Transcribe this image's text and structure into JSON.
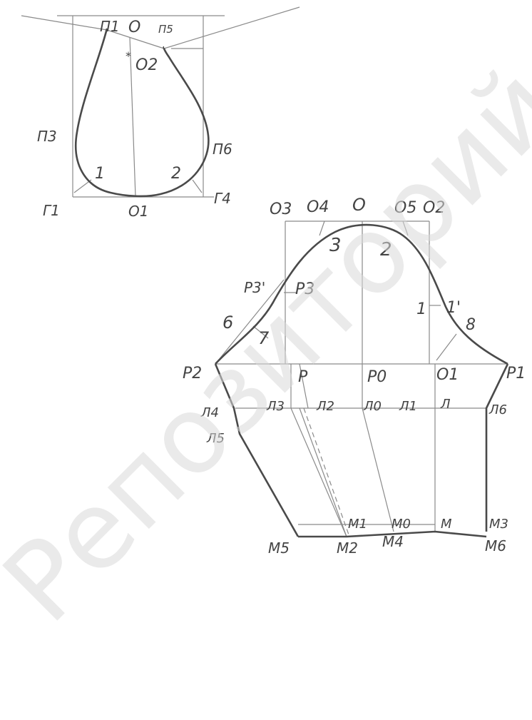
{
  "armhole": {
    "points": [
      "П1",
      "О",
      "П5",
      "О2",
      "П3",
      "П6",
      "1",
      "2",
      "Г1",
      "О1",
      "Г4"
    ]
  },
  "sleeve": {
    "points": [
      "О3",
      "О4",
      "О",
      "О5",
      "О2",
      "3",
      "2",
      "Р3'",
      "Р3",
      "1",
      "1'",
      "6",
      "7",
      "8",
      "Р2",
      "Р",
      "Р0",
      "О1",
      "Р1",
      "Л4",
      "Л3",
      "Л2",
      "Л0",
      "Л1",
      "Л",
      "Л6",
      "Л5",
      "М1",
      "М0",
      "М",
      "М3",
      "М5",
      "М2",
      "М4",
      "М6"
    ]
  },
  "watermark": "Репозиторий БарГУ"
}
